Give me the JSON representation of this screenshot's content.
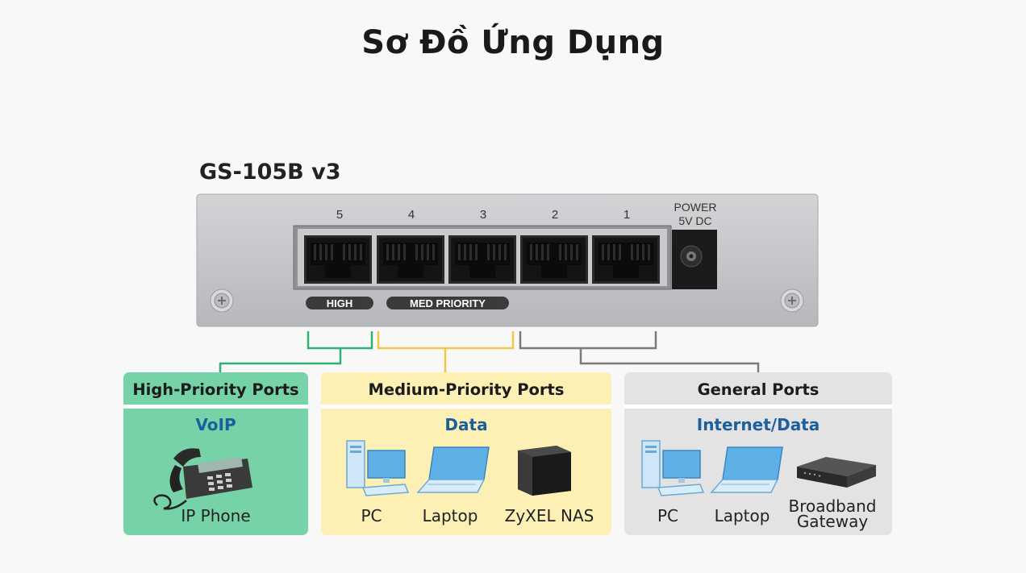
{
  "title": "Sơ Đồ Ứng Dụng",
  "device": {
    "model": "GS-105B v3",
    "port_numbers": [
      "5",
      "4",
      "3",
      "2",
      "1"
    ],
    "power_label_line1": "POWER",
    "power_label_line2": "5V DC",
    "high_tag": "HIGH",
    "med_tag": "MED PRIORITY"
  },
  "colors": {
    "high": "#2fb173",
    "medium": "#f3c545",
    "general": "#7a7a7a"
  },
  "groups": [
    {
      "header": "High-Priority Ports",
      "subtitle": "VoIP",
      "items": [
        {
          "icon": "ip-phone-icon",
          "label": "IP Phone"
        }
      ]
    },
    {
      "header": "Medium-Priority Ports",
      "subtitle": "Data",
      "items": [
        {
          "icon": "pc-icon",
          "label": "PC"
        },
        {
          "icon": "laptop-icon",
          "label": "Laptop"
        },
        {
          "icon": "nas-icon",
          "label": "ZyXEL NAS"
        }
      ]
    },
    {
      "header": "General Ports",
      "subtitle": "Internet/Data",
      "items": [
        {
          "icon": "pc-icon",
          "label": "PC"
        },
        {
          "icon": "laptop-icon",
          "label": "Laptop"
        },
        {
          "icon": "gateway-icon",
          "label_line1": "Broadband",
          "label_line2": "Gateway"
        }
      ]
    }
  ]
}
